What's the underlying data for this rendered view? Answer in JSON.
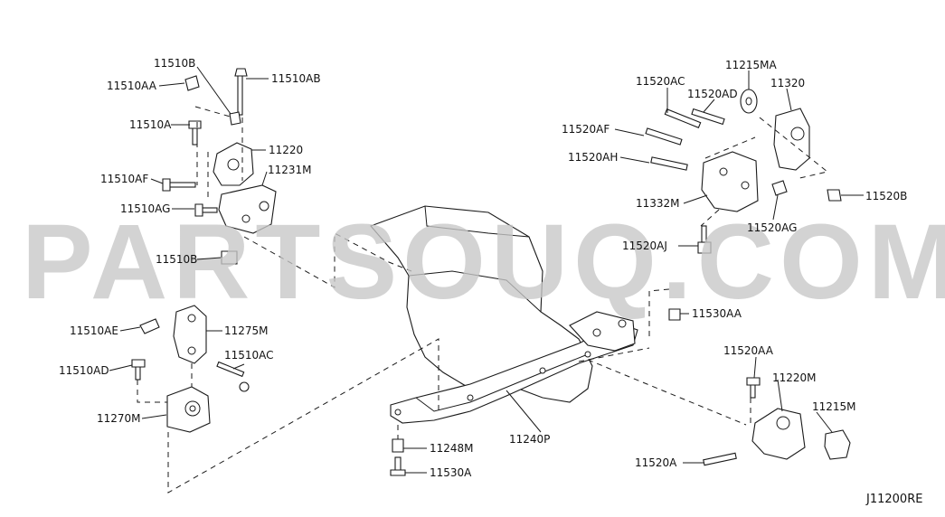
{
  "diagram": {
    "reference_code": "J11200RE",
    "watermark": "PARTSOUQ.COM",
    "part_labels": {
      "p11510B_top": "11510B",
      "p11510AA": "11510AA",
      "p11510AB": "11510AB",
      "p11510A": "11510A",
      "p11220": "11220",
      "p11231M": "11231M",
      "p11510AF": "11510AF",
      "p11510AG": "11510AG",
      "p11510B_bottom": "11510B",
      "p11510AE": "11510AE",
      "p11275M": "11275M",
      "p11510AC": "11510AC",
      "p11510AD": "11510AD",
      "p11270M": "11270M",
      "p11520AC": "11520AC",
      "p11215MA": "11215MA",
      "p11520AD": "11520AD",
      "p11320": "11320",
      "p11520AF": "11520AF",
      "p11520AH": "11520AH",
      "p11520B": "11520B",
      "p11332M": "11332M",
      "p11520AG": "11520AG",
      "p11520AJ": "11520AJ",
      "p11530AA": "11530AA",
      "p11520AA": "11520AA",
      "p11220M": "11220M",
      "p11215M": "11215M",
      "p11240P": "11240P",
      "p11248M": "11248M",
      "p11530A": "11530A",
      "p11520A": "11520A"
    }
  }
}
